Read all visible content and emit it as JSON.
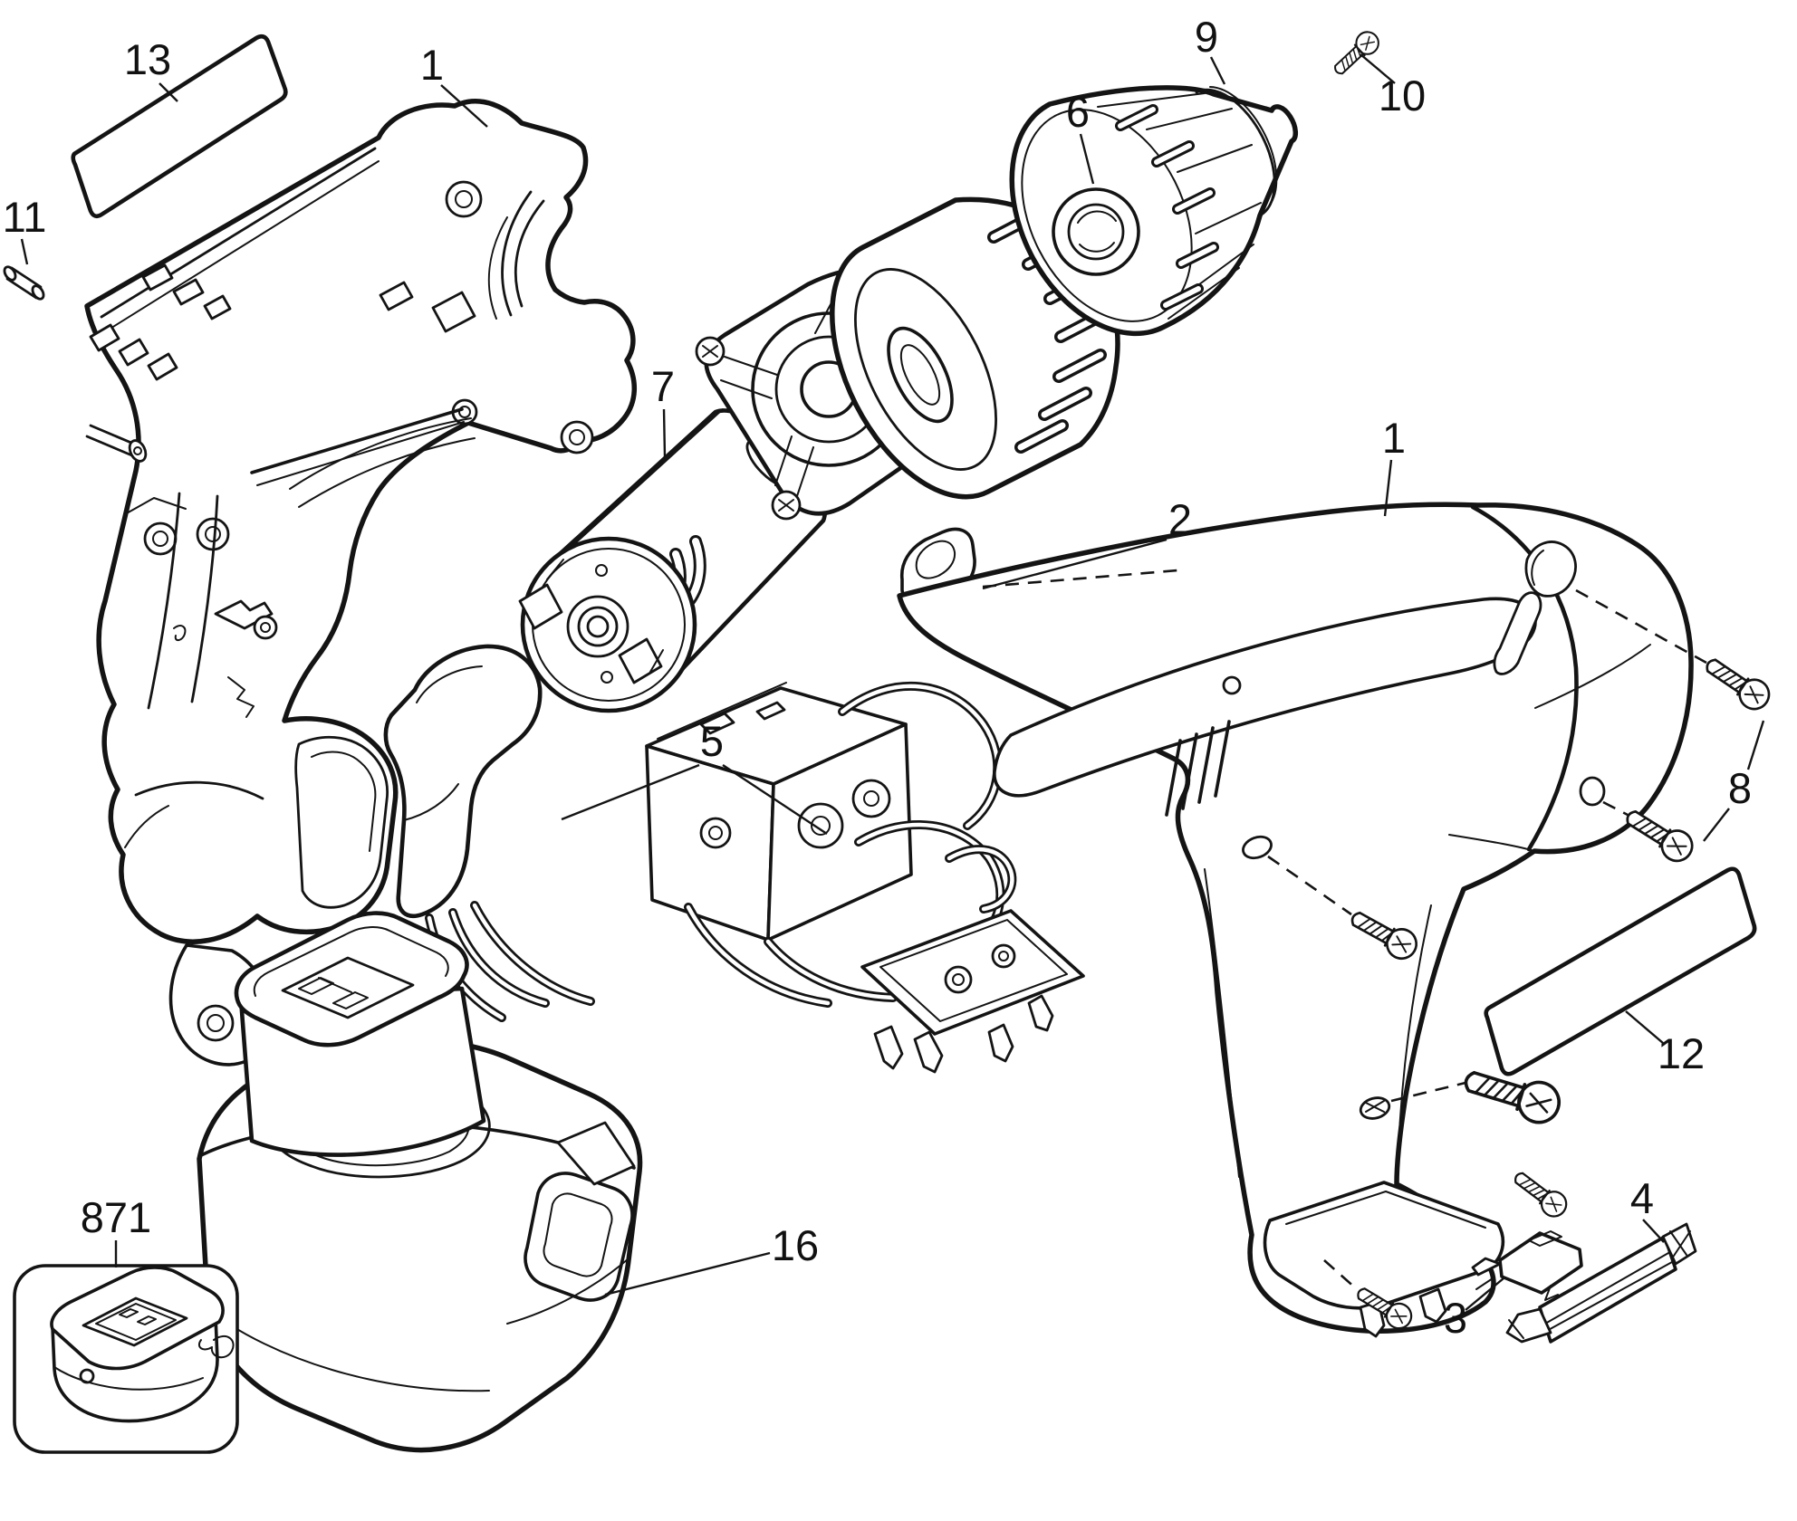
{
  "diagram": {
    "type": "exploded-parts-diagram",
    "subject": "cordless drill",
    "background": "#ffffff",
    "ink": "#141414",
    "callouts": {
      "nameplate": "13",
      "housing_left": "1",
      "pin": "11",
      "motor": "7",
      "gearcase": "6",
      "chuck": "9",
      "chuck_screw": "10",
      "direction_button": "2",
      "switch_assembly": "5",
      "housing_right": "1",
      "housing_screws": "8",
      "warning_label": "12",
      "bit_holder": "3",
      "screwdriver_bit": "4",
      "battery_pack": "16",
      "charger": "871"
    }
  }
}
